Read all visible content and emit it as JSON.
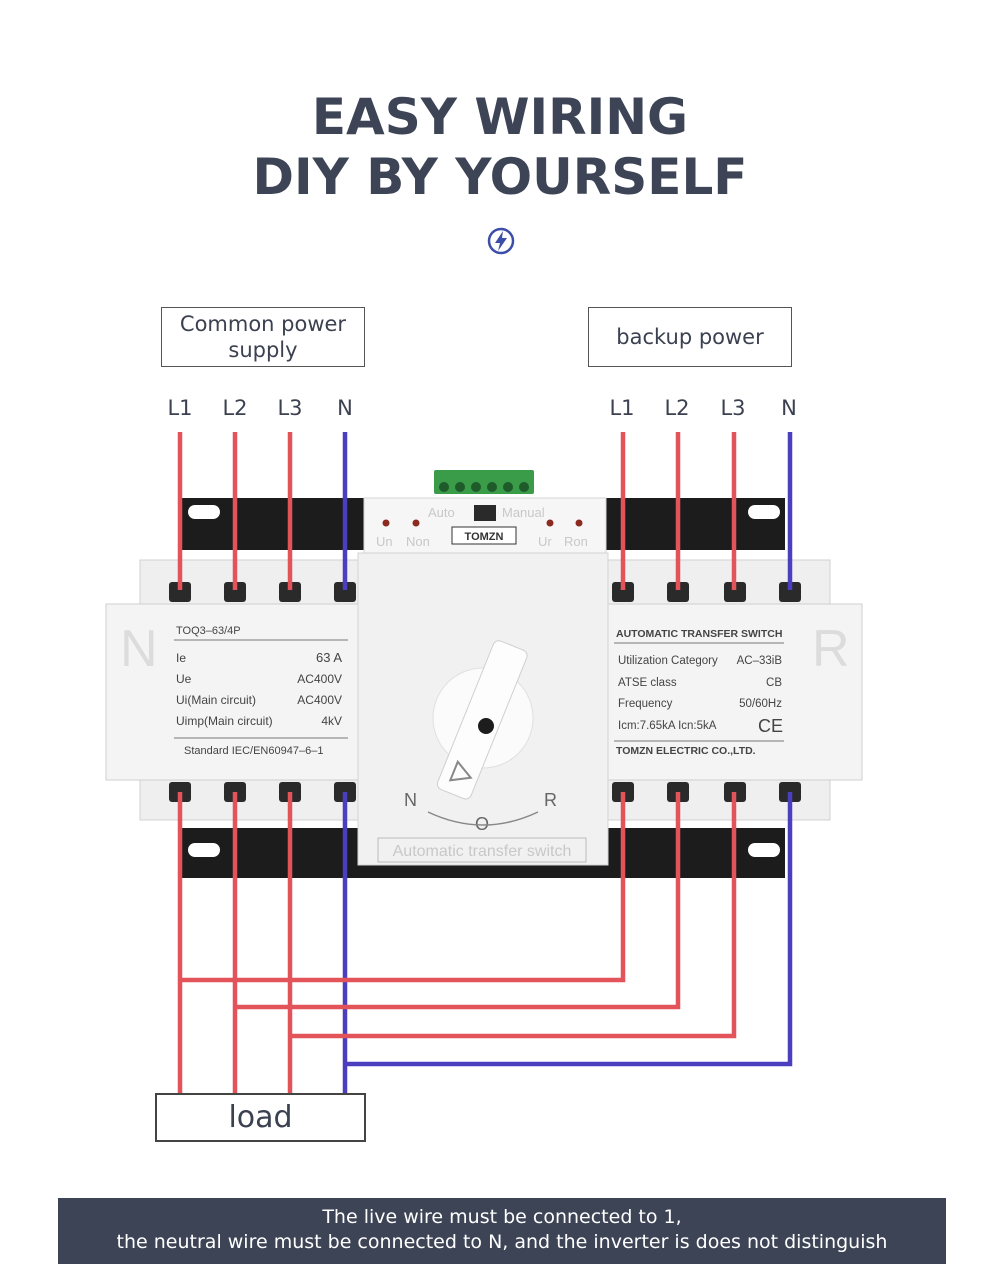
{
  "header": {
    "title_line1": "EASY WIRING",
    "title_line2": "DIY BY YOURSELF",
    "icon": "lightning-bolt-icon"
  },
  "sources": {
    "common_label": "Common power supply",
    "common_line1": "Common power",
    "common_line2": "supply",
    "backup_label": "backup power",
    "common_terminals": [
      "L1",
      "L2",
      "L3",
      "N"
    ],
    "backup_terminals": [
      "L1",
      "L2",
      "L3",
      "N"
    ]
  },
  "device": {
    "brand": "TOMZN",
    "mode_auto": "Auto",
    "mode_manual": "Manual",
    "indicator_un": "Un",
    "indicator_non": "Non",
    "indicator_ur": "Ur",
    "indicator_ron": "Ron",
    "side_left": "N",
    "side_right": "R",
    "dial_n": "N",
    "dial_o": "O",
    "dial_r": "R",
    "front_caption": "Automatic transfer switch",
    "left_panel": {
      "model": "TOQ3–63/4P",
      "rows": [
        {
          "label": "Ie",
          "value": "63 A"
        },
        {
          "label": "Ue",
          "value": "AC400V"
        },
        {
          "label": "Ui(Main circuit)",
          "value": "AC400V"
        },
        {
          "label": "Uimp(Main circuit)",
          "value": "4kV"
        }
      ],
      "standard": "Standard IEC/EN60947–6–1"
    },
    "right_panel": {
      "heading": "AUTOMATIC TRANSFER SWITCH",
      "rows": [
        {
          "label": "Utilization Category",
          "value": "AC–33iB"
        },
        {
          "label": "ATSE class",
          "value": "CB"
        },
        {
          "label": "Frequency",
          "value": "50/60Hz"
        }
      ],
      "current": "Icm:7.65kA Icn:5kA",
      "ce_mark": "CE",
      "company": "TOMZN ELECTRIC CO.,LTD."
    }
  },
  "load_label": "load",
  "footer": {
    "line1": "The live wire must be connected to 1,",
    "line2": "the neutral wire must be connected to N, and the inverter is does not distinguish"
  },
  "colors": {
    "live_wire": "#e2535a",
    "neutral_wire": "#4b3fc0",
    "title": "#3d4456",
    "footer_bg": "#3d4456"
  }
}
